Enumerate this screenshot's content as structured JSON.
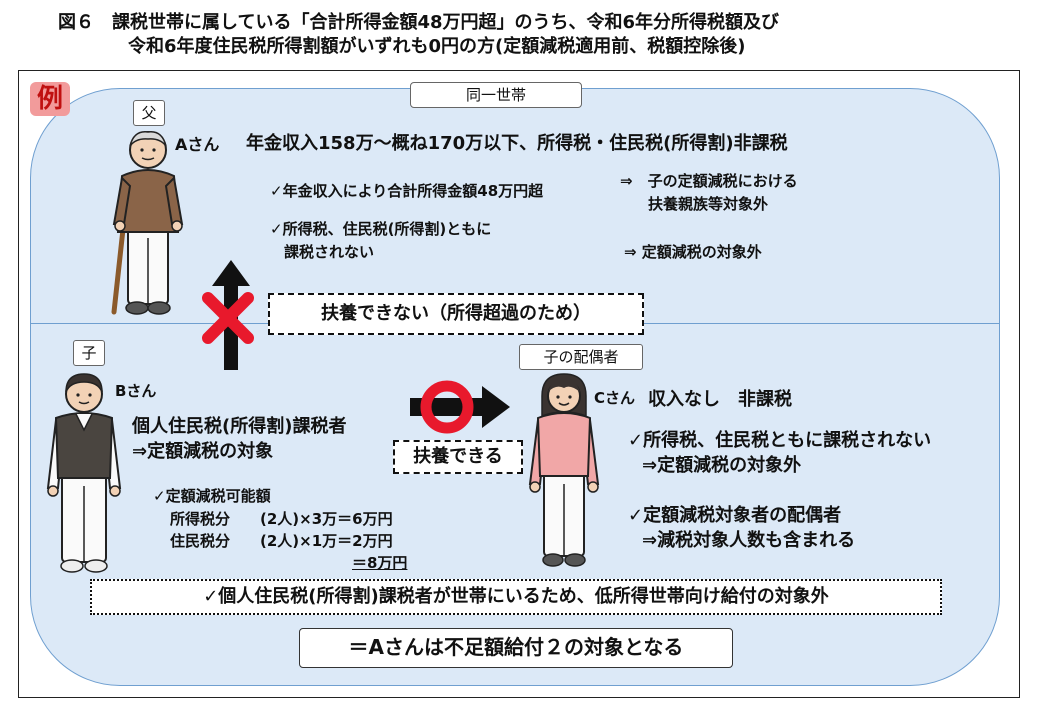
{
  "title": {
    "line1": "図６　課税世帯に属している「合計所得金額48万円超」のうち、令和6年分所得税額及び",
    "line2": "令和6年度住民税所得割額がいずれも0円の方(定額減税適用前、税額控除後)"
  },
  "example_label": "例",
  "household_label": "同一世帯",
  "father": {
    "role": "父",
    "name": "Aさん",
    "summary": "年金収入158万～概ね170万以下、所得税・住民税(所得割)非課税",
    "check1": "✓年金収入により合計所得金額48万円超",
    "result1_line1": "⇒　子の定額減税における",
    "result1_line2": "扶養親族等対象外",
    "check2_line1": "✓所得税、住民税(所得割)ともに",
    "check2_line2": "課税されない",
    "result2": "⇒  定額減税の対象外"
  },
  "cannot_support": "扶養できない（所得超過のため）",
  "child": {
    "role": "子",
    "name": "Bさん",
    "line1": "個人住民税(所得割)課税者",
    "line2": "⇒定額減税の対象",
    "calc_title": "✓定額減税可能額",
    "calc_rows": [
      {
        "label": "所得税分",
        "formula": "(2人)×3万＝6万円"
      },
      {
        "label": "住民税分",
        "formula": "(2人)×1万＝2万円"
      }
    ],
    "total": "＝8万円"
  },
  "spouse": {
    "role": "子の配偶者",
    "name": "Cさん",
    "status": "収入なし　非課税",
    "check1_line1": "✓所得税、住民税ともに課税されない",
    "check1_line2": "⇒定額減税の対象外",
    "check2_line1": "✓定額減税対象者の配偶者",
    "check2_line2": "⇒減税対象人数も含まれる"
  },
  "can_support": "扶養できる",
  "footer_note": "✓個人住民税(所得割)課税者が世帯にいるため、低所得世帯向け給付の対象外",
  "conclusion": "＝Aさんは不足額給付２の対象となる",
  "colors": {
    "bubble_fill": "#dce9f7",
    "bubble_border": "#6f9fd0",
    "cross": "#e8192c",
    "ring": "#e8192c",
    "arrow": "#111111"
  },
  "icons": [
    "elderly-man-figure",
    "middle-aged-man-figure",
    "woman-figure",
    "cross-mark-icon",
    "circle-mark-icon",
    "up-arrow-icon",
    "right-arrow-icon"
  ]
}
